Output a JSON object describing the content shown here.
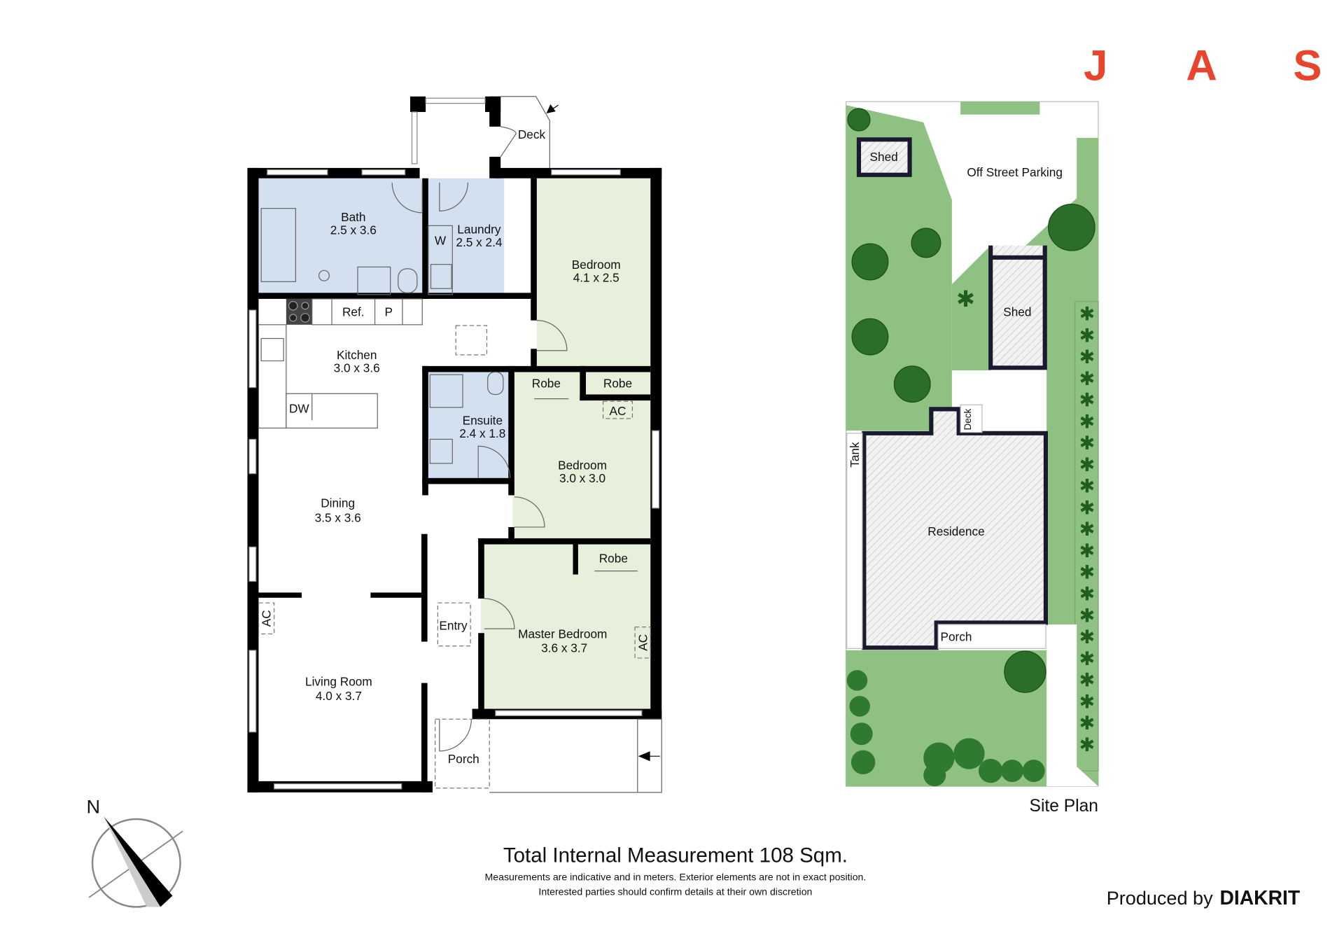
{
  "brand": {
    "letters": [
      "J",
      "A",
      "S"
    ],
    "color": "#e8452c"
  },
  "floor_plan": {
    "rooms": {
      "bath": {
        "name": "Bath",
        "size": "2.5 x 3.6"
      },
      "laundry": {
        "name": "Laundry",
        "size": "2.5 x 2.4"
      },
      "bedroom1": {
        "name": "Bedroom",
        "size": "4.1 x 2.5"
      },
      "kitchen": {
        "name": "Kitchen",
        "size": "3.0 x 3.6"
      },
      "ensuite": {
        "name": "Ensuite",
        "size": "2.4 x 1.8"
      },
      "bedroom2": {
        "name": "Bedroom",
        "size": "3.0 x 3.0"
      },
      "dining": {
        "name": "Dining",
        "size": "3.5 x 3.6"
      },
      "living": {
        "name": "Living Room",
        "size": "4.0 x 3.7"
      },
      "master": {
        "name": "Master Bedroom",
        "size": "3.6 x 3.7"
      }
    },
    "labels": {
      "deck": "Deck",
      "washer": "W",
      "fridge": "Ref.",
      "pantry": "P",
      "dishwasher": "DW",
      "robe": "Robe",
      "ac": "AC",
      "entry": "Entry",
      "porch": "Porch"
    },
    "colors": {
      "wet_area": "#d3e0f0",
      "bedroom": "#e7f0da"
    }
  },
  "compass": {
    "north": "N"
  },
  "site_plan": {
    "title": "Site Plan",
    "labels": {
      "shed": "Shed",
      "parking": "Off Street Parking",
      "deck": "Deck",
      "tank": "Tank",
      "residence": "Residence",
      "porch": "Porch"
    },
    "colors": {
      "lawn": "#8fc182",
      "tree": "#2a6e2a"
    }
  },
  "footer": {
    "total": "Total Internal Measurement 108 Sqm.",
    "disclaimer1": "Measurements are indicative and in meters. Exterior elements are not in exact position.",
    "disclaimer2": "Interested parties should confirm details at their own discretion",
    "produced_by": "Produced by",
    "producer": "DIAKRIT"
  }
}
